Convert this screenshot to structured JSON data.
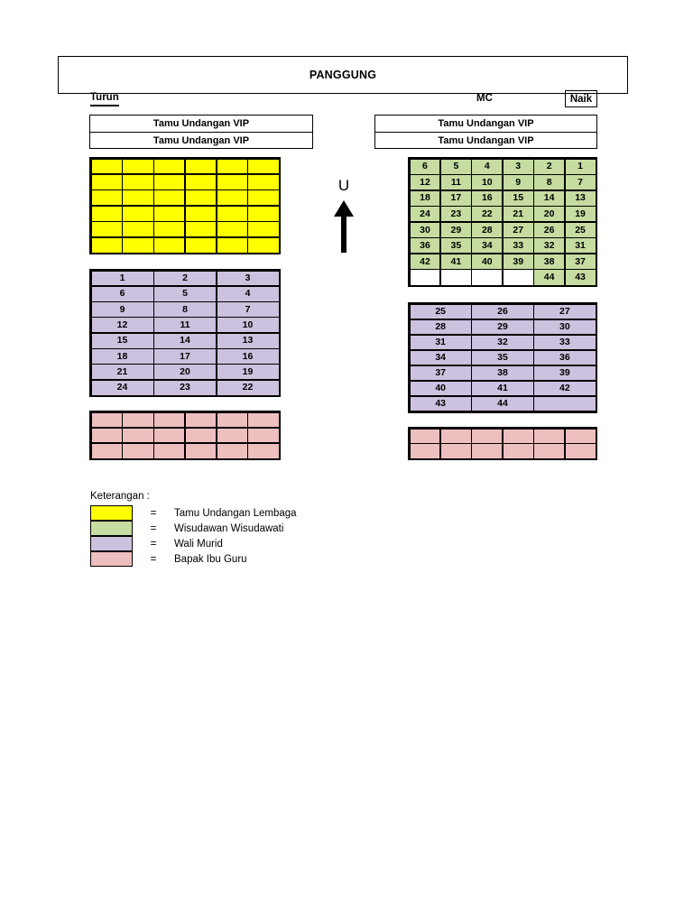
{
  "stage": {
    "label": "PANGGUNG"
  },
  "header_row": {
    "turun_label": "Turun",
    "mc_label": "MC",
    "naik_label": "Naik"
  },
  "vip": {
    "left": {
      "rows": [
        "Tamu Undangan VIP",
        "Tamu Undangan VIP"
      ]
    },
    "right": {
      "rows": [
        "Tamu Undangan VIP",
        "Tamu Undangan VIP"
      ]
    }
  },
  "compass": {
    "letter": "U",
    "arrow": "up-arrow-icon"
  },
  "colors": {
    "yellow": "#ffff00",
    "green": "#c6dca0",
    "purple": "#ccc1de",
    "pink": "#eebfbf",
    "border": "#000000",
    "background": "#ffffff"
  },
  "blocks": {
    "yellow_block": {
      "name": "Tamu Undangan Lembaga",
      "color": "#ffff00",
      "columns": 6,
      "rows": 6,
      "cells": [
        [
          "",
          "",
          "",
          "",
          "",
          ""
        ],
        [
          "",
          "",
          "",
          "",
          "",
          ""
        ],
        [
          "",
          "",
          "",
          "",
          "",
          ""
        ],
        [
          "",
          "",
          "",
          "",
          "",
          ""
        ],
        [
          "",
          "",
          "",
          "",
          "",
          ""
        ],
        [
          "",
          "",
          "",
          "",
          "",
          ""
        ]
      ]
    },
    "green_block": {
      "name": "Wisudawan Wisudawati",
      "color": "#c6dca0",
      "columns": 6,
      "rows": 8,
      "cells": [
        [
          "6",
          "5",
          "4",
          "3",
          "2",
          "1"
        ],
        [
          "12",
          "11",
          "10",
          "9",
          "8",
          "7"
        ],
        [
          "18",
          "17",
          "16",
          "15",
          "14",
          "13"
        ],
        [
          "24",
          "23",
          "22",
          "21",
          "20",
          "19"
        ],
        [
          "30",
          "29",
          "28",
          "27",
          "26",
          "25"
        ],
        [
          "36",
          "35",
          "34",
          "33",
          "32",
          "31"
        ],
        [
          "42",
          "41",
          "40",
          "39",
          "38",
          "37"
        ],
        [
          null,
          null,
          null,
          null,
          "44",
          "43"
        ]
      ]
    },
    "purple_left_block": {
      "name": "Wali Murid",
      "color": "#ccc1de",
      "columns": 3,
      "rows": 8,
      "cells": [
        [
          "1",
          "2",
          "3"
        ],
        [
          "6",
          "5",
          "4"
        ],
        [
          "9",
          "8",
          "7"
        ],
        [
          "12",
          "11",
          "10"
        ],
        [
          "15",
          "14",
          "13"
        ],
        [
          "18",
          "17",
          "16"
        ],
        [
          "21",
          "20",
          "19"
        ],
        [
          "24",
          "23",
          "22"
        ]
      ]
    },
    "purple_right_block": {
      "name": "Wali Murid",
      "color": "#ccc1de",
      "columns": 3,
      "rows": 7,
      "cells": [
        [
          "25",
          "26",
          "27"
        ],
        [
          "28",
          "29",
          "30"
        ],
        [
          "31",
          "32",
          "33"
        ],
        [
          "34",
          "35",
          "36"
        ],
        [
          "37",
          "38",
          "39"
        ],
        [
          "40",
          "41",
          "42"
        ],
        [
          "43",
          "44",
          ""
        ]
      ]
    },
    "pink_left_block": {
      "name": "Bapak Ibu Guru",
      "color": "#eebfbf",
      "columns": 6,
      "rows": 3,
      "cells": [
        [
          "",
          "",
          "",
          "",
          "",
          ""
        ],
        [
          "",
          "",
          "",
          "",
          "",
          ""
        ],
        [
          "",
          "",
          "",
          "",
          "",
          ""
        ]
      ]
    },
    "pink_right_block": {
      "name": "Bapak Ibu Guru",
      "color": "#eebfbf",
      "columns": 6,
      "rows": 2,
      "cells": [
        [
          "",
          "",
          "",
          "",
          "",
          ""
        ],
        [
          "",
          "",
          "",
          "",
          "",
          ""
        ]
      ]
    }
  },
  "legend": {
    "title": "Keterangan :",
    "equals": "=",
    "items": [
      {
        "color": "#ffff00",
        "label": "Tamu Undangan Lembaga"
      },
      {
        "color": "#c6dca0",
        "label": "Wisudawan Wisudawati"
      },
      {
        "color": "#ccc1de",
        "label": "Wali Murid"
      },
      {
        "color": "#eebfbf",
        "label": "Bapak Ibu Guru"
      }
    ]
  }
}
